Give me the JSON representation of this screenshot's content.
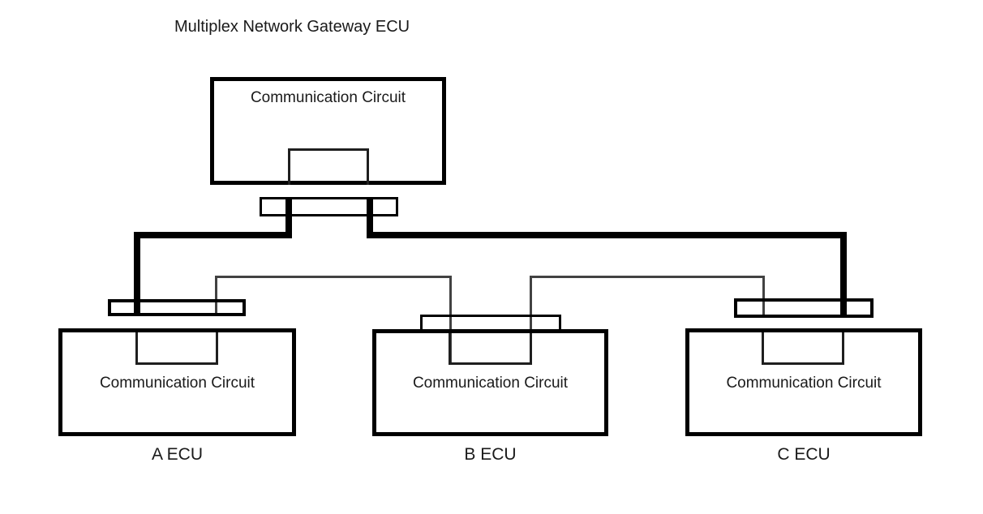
{
  "diagram": {
    "title": "Multiplex Network Gateway ECU",
    "gateway": {
      "circuit_label": "Communication Circuit"
    },
    "ecus": [
      {
        "name": "A ECU",
        "circuit_label": "Communication Circuit"
      },
      {
        "name": "B ECU",
        "circuit_label": "Communication Circuit"
      },
      {
        "name": "C ECU",
        "circuit_label": "Communication Circuit"
      }
    ],
    "colors": {
      "background": "#ffffff",
      "line_thick": "#000000",
      "line_thin": "#424242",
      "stub_border": "#1f1f1f",
      "text": "#1a1a1a"
    }
  }
}
